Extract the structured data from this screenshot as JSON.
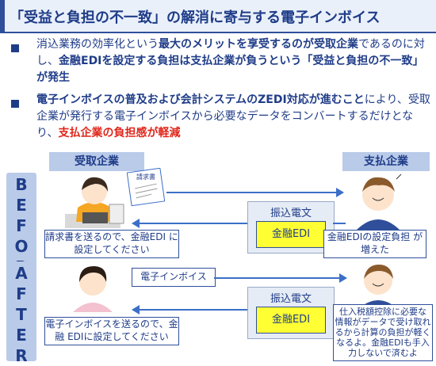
{
  "title": "「受益と負担の不一致」の解消に寄与する電子インボイス",
  "bullets": [
    {
      "seg1": "消込業務の効率化という",
      "seg2": "最大のメリットを享受するのが受取企業",
      "seg3": "であるのに対し、",
      "seg4": "金融EDIを設定する負担は支払企業が負うという",
      "seg5": "「受益と負担の不一致」が発生"
    },
    {
      "seg1": "電子インボイスの普及および会計システムのZEDI対応が進むこと",
      "seg2": "により、受取企業が発行する電子インボイスから必要なデータをコンバートするだけとなり、",
      "seg3": "支払企業の負担感が軽減"
    }
  ],
  "diagram": {
    "receiver_header": "受取企業",
    "payer_header": "支払企業",
    "before_label": [
      "B",
      "E",
      "F",
      "O",
      "R"
    ],
    "after_label": [
      "A",
      "F",
      "T",
      "E",
      "R"
    ],
    "before": {
      "invoice_doc_label": "請求書",
      "transfer_title": "振込電文",
      "transfer_edi": "金融EDI",
      "receiver_note": "請求書を送るので、金融EDI に設定してください",
      "payer_note": "金融EDIの設定負担 が増えた"
    },
    "after": {
      "einvoice_label": "電子インボイス",
      "transfer_title": "振込電文",
      "transfer_edi": "金融EDI",
      "receiver_note": "電子インボイスを送るので、金融 EDIに設定してください",
      "payer_note": "仕入税額控除に必要な 情報がデータで受け取れ るから計算の負担が軽く なるよ。金融EDIも手入 力しないで済むよ"
    }
  }
}
